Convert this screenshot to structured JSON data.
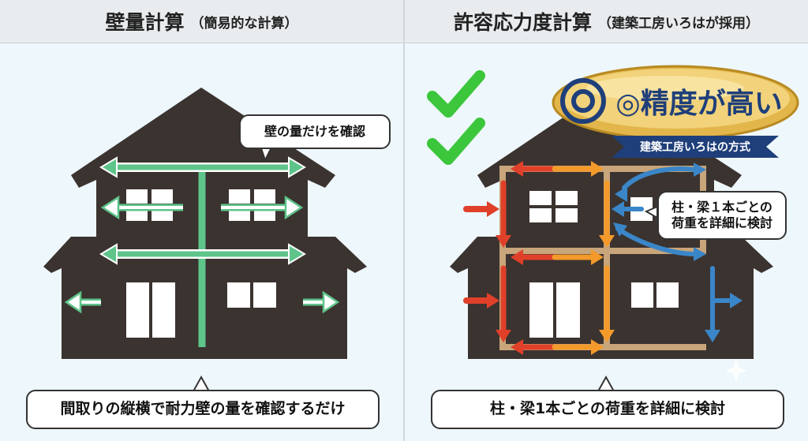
{
  "left": {
    "title": "壁量計算",
    "subtitle": "（簡易的な計算）",
    "callout_top": "壁の量だけを確認",
    "callout_bottom": "間取りの縦横で耐力壁の量を確認するだけ"
  },
  "right": {
    "title": "許容応力度計算",
    "subtitle": "（建築工房いろはが採用）",
    "badge_title": "◎精度が高い",
    "badge_ribbon": "建築工房いろはの方式",
    "callout_side_line1": "柱・梁１本ごとの",
    "callout_side_line2": "荷重を詳細に検討",
    "callout_bottom": "柱・梁1本ごとの荷重を詳細に検討"
  },
  "colors": {
    "house": "#3b3330",
    "green": "#5ec48a",
    "red": "#e0402a",
    "orange": "#f39a2b",
    "blue": "#3a86c8",
    "frame": "#c8a57a",
    "check": "#3cc63c",
    "gold": "#e2b64a",
    "navy": "#1f3f7a"
  },
  "icons": [
    "check-icon",
    "check-icon",
    "double-circle-icon",
    "sparkle-icon"
  ]
}
